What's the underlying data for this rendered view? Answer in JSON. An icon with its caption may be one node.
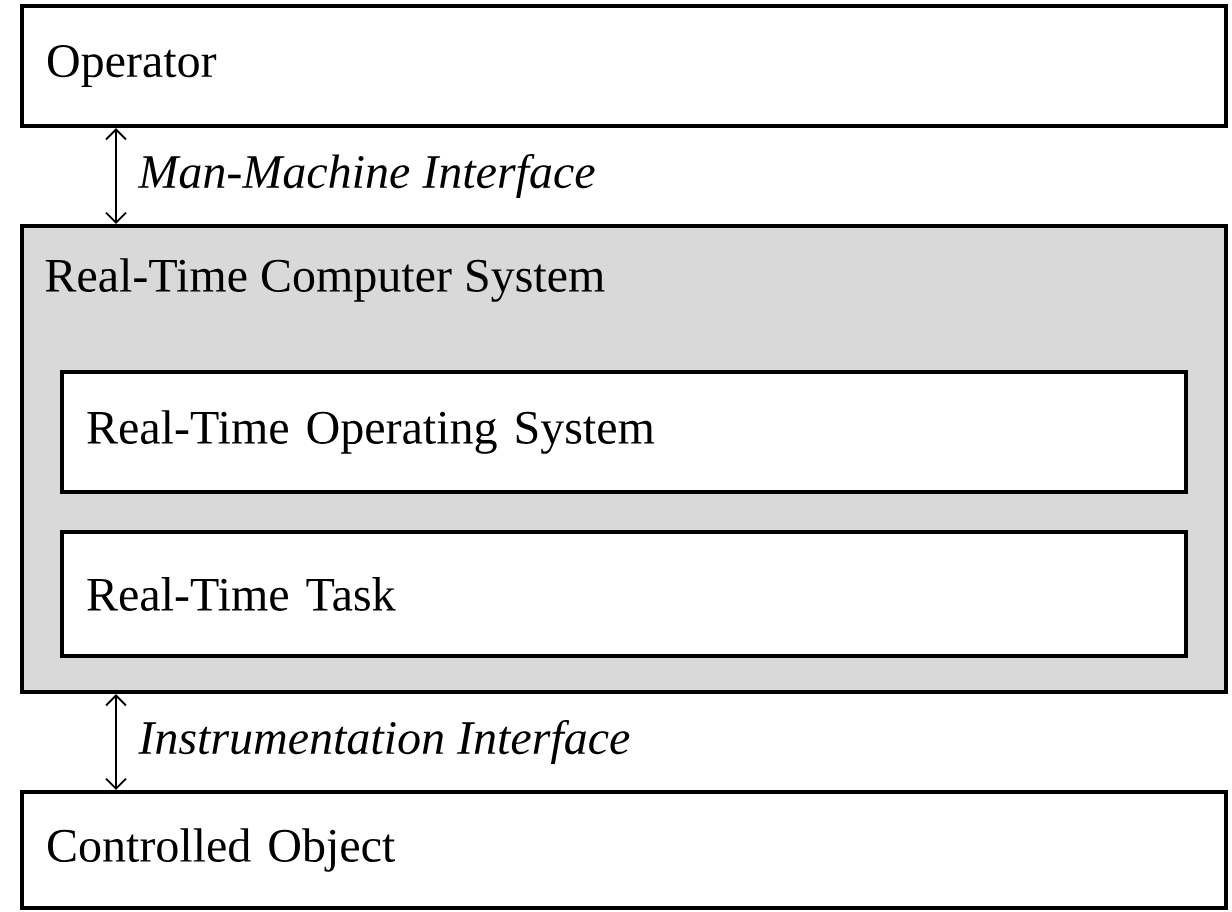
{
  "diagram": {
    "nodes": [
      {
        "text": [
          "Operator"
        ]
      },
      {
        "text": [
          "Real-Time Computer System"
        ]
      },
      {
        "text": [
          "Real-Time Operating System"
        ],
        "in": 1
      },
      {
        "text": [
          "Real-Time Task"
        ],
        "in": 1
      },
      {
        "text": [
          "Controlled Object"
        ]
      }
    ],
    "edges": [
      {
        "from": 0,
        "to": 1,
        "arrow": "both",
        "label": "Man-Machine Interface"
      },
      {
        "from": 1,
        "to": 4,
        "arrow": "both",
        "label": "Instrumentation Interface"
      }
    ]
  }
}
